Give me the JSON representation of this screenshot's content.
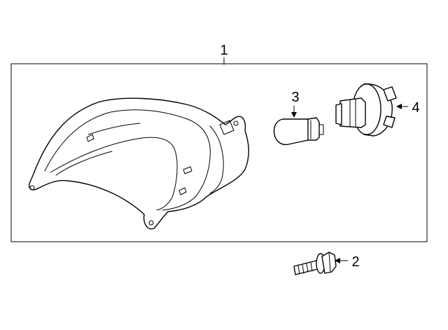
{
  "diagram": {
    "callouts": {
      "assembly": "1",
      "bolt": "2",
      "bulb": "3",
      "socket": "4"
    },
    "parts": [
      {
        "id": "1",
        "name": "lamp-assembly-icon"
      },
      {
        "id": "2",
        "name": "bolt-icon"
      },
      {
        "id": "3",
        "name": "bulb-icon"
      },
      {
        "id": "4",
        "name": "socket-icon"
      }
    ],
    "line_color": "#000000",
    "background": "#ffffff"
  }
}
